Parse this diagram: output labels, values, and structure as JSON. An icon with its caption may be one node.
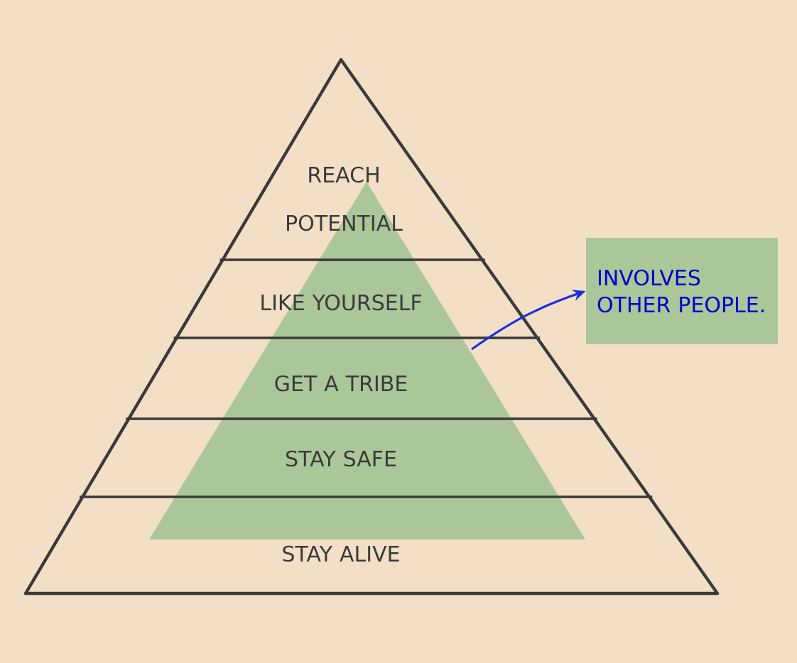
{
  "diagram": {
    "nodes": [
      {
        "text": [
          "REACH POTENTIAL"
        ]
      },
      {
        "text": [
          "LIKE YOURSELF"
        ]
      },
      {
        "text": [
          "GET A TRIBE"
        ]
      },
      {
        "text": [
          "STAY SAFE"
        ]
      },
      {
        "text": [
          "STAY ALIVE"
        ]
      },
      {
        "text": [
          "INVOLVES OTHER PEOPLE."
        ]
      }
    ],
    "edges": [
      {
        "from": null,
        "to": 5,
        "arrow": "to",
        "color": "#1a2fe0"
      }
    ]
  }
}
